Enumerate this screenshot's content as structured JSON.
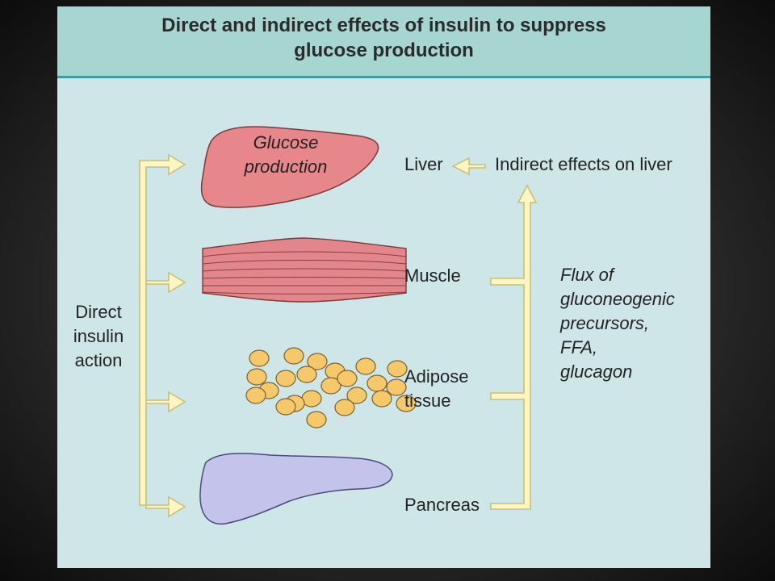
{
  "title": "Direct and indirect effects of insulin to suppress glucose production",
  "title_line1": "Direct and indirect effects of insulin to suppress",
  "title_line2": "glucose production",
  "direct": {
    "line1": "Direct",
    "line2": "insulin",
    "line3": "action"
  },
  "liver_label": "Liver",
  "indirect_label": "Indirect effects on liver",
  "glucose_production": {
    "line1": "Glucose",
    "line2": "production"
  },
  "muscle_label": "Muscle",
  "adipose": {
    "line1": "Adipose",
    "line2": "tissue"
  },
  "pancreas_label": "Pancreas",
  "flux": {
    "line1": "Flux of",
    "line2": "gluconeogenic",
    "line3": "precursors,",
    "line4": "FFA,",
    "line5": "glucagon"
  },
  "colors": {
    "background": "#cfe6e8",
    "header": "#a7d5d1",
    "arrow_fill": "#fdf6c3",
    "arrow_stroke": "#c9bf7a",
    "liver": "#e7878c",
    "muscle": "#e3868b",
    "fat_cell": "#f5c96a",
    "pancreas": "#c3c3ec"
  }
}
